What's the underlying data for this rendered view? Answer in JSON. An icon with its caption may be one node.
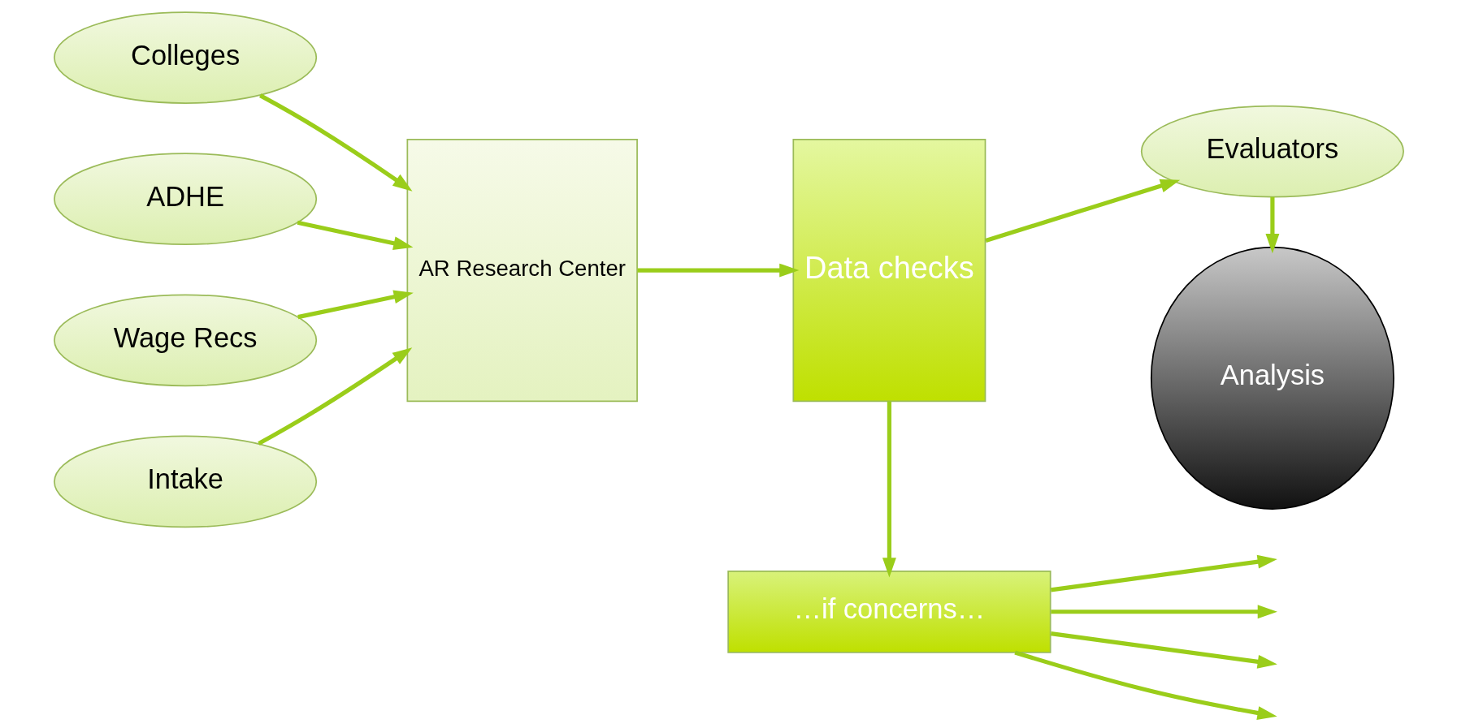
{
  "diagram": {
    "nodes": [
      {
        "text": [
          "Colleges"
        ]
      },
      {
        "text": [
          "ADHE"
        ]
      },
      {
        "text": [
          "Wage Recs"
        ]
      },
      {
        "text": [
          "Intake"
        ]
      },
      {
        "text": [
          "AR Research Center"
        ]
      },
      {
        "text": [
          "Data checks"
        ]
      },
      {
        "text": [
          "Evaluators"
        ]
      },
      {
        "text": [
          "Analysis"
        ]
      },
      {
        "text": [
          "…if concerns…"
        ]
      }
    ],
    "edges": [
      {
        "from": 0,
        "to": 4,
        "arrow": "to"
      },
      {
        "from": 1,
        "to": 4,
        "arrow": "to"
      },
      {
        "from": 2,
        "to": 4,
        "arrow": "to"
      },
      {
        "from": 3,
        "to": 4,
        "arrow": "to"
      },
      {
        "from": 4,
        "to": 5,
        "arrow": "to"
      },
      {
        "from": 5,
        "to": 6,
        "arrow": "to"
      },
      {
        "from": 6,
        "to": 7,
        "arrow": "to"
      },
      {
        "from": 5,
        "to": 8,
        "arrow": "to"
      },
      {
        "from": 8,
        "to": null,
        "arrow": "to"
      },
      {
        "from": 8,
        "to": null,
        "arrow": "to"
      },
      {
        "from": 8,
        "to": null,
        "arrow": "to"
      },
      {
        "from": 8,
        "to": null,
        "arrow": "to"
      }
    ]
  }
}
